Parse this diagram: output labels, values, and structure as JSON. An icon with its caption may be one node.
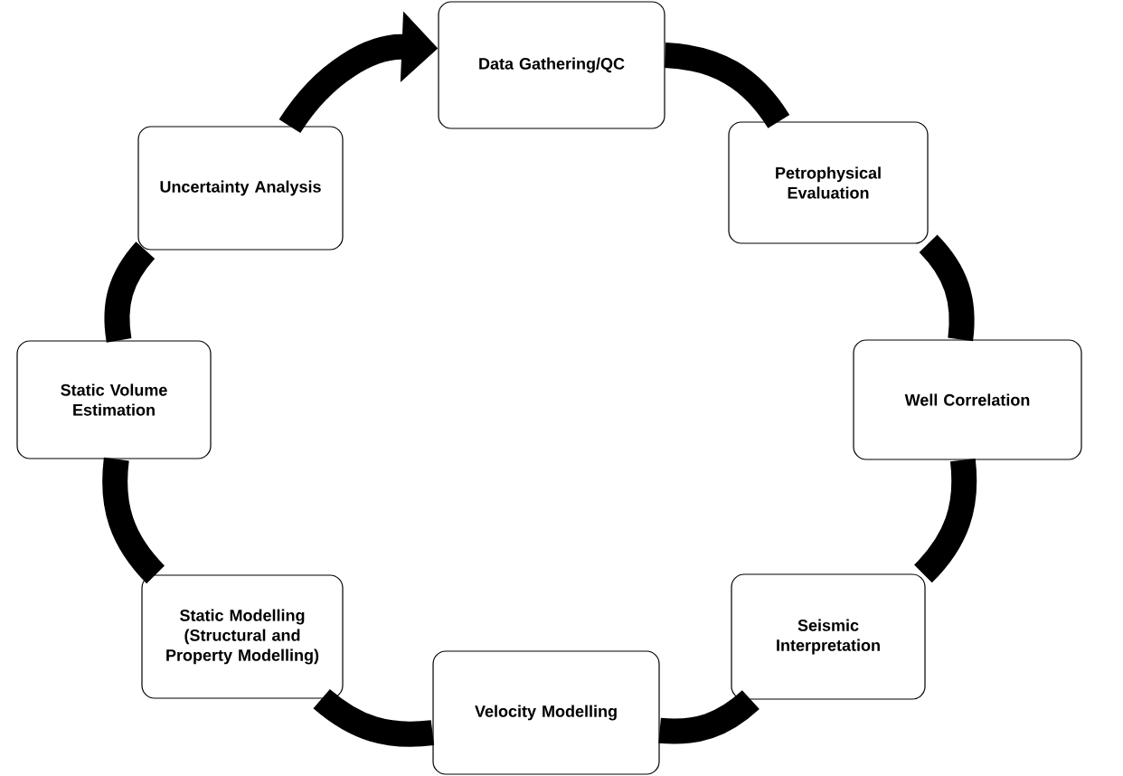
{
  "diagram": {
    "nodes": [
      {
        "text": [
          "Data Gathering/QC"
        ]
      },
      {
        "text": [
          "Petrophysical Evaluation"
        ]
      },
      {
        "text": [
          "Well Correlation"
        ]
      },
      {
        "text": [
          "Seismic Interpretation"
        ]
      },
      {
        "text": [
          "Velocity Modelling"
        ]
      },
      {
        "text": [
          "Static Modelling (Structural and Property Modelling)"
        ]
      },
      {
        "text": [
          "Static Volume Estimation"
        ]
      },
      {
        "text": [
          "Uncertainty Analysis"
        ]
      }
    ],
    "edges": [
      {
        "from": 0,
        "to": 1,
        "arrow": "none"
      },
      {
        "from": 1,
        "to": 2,
        "arrow": "none"
      },
      {
        "from": 2,
        "to": 3,
        "arrow": "none"
      },
      {
        "from": 3,
        "to": 4,
        "arrow": "none"
      },
      {
        "from": 4,
        "to": 5,
        "arrow": "none"
      },
      {
        "from": 5,
        "to": 6,
        "arrow": "none"
      },
      {
        "from": 6,
        "to": 7,
        "arrow": "none"
      },
      {
        "from": 7,
        "to": 0,
        "arrow": "to"
      }
    ]
  }
}
